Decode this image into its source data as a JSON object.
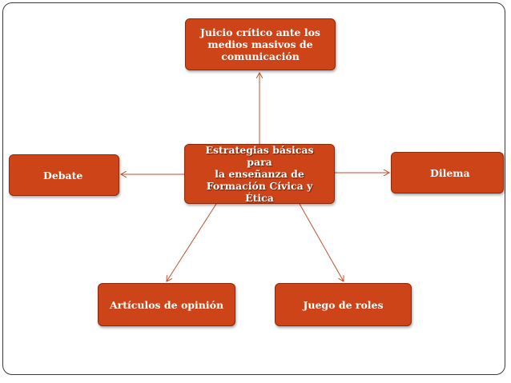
{
  "diagram": {
    "center": {
      "label": "Estrategias básicas para\nla enseñanza de\nFormación Cívica y\nÉtica"
    },
    "nodes": {
      "top": {
        "label": "Juicio crítico ante los\nmedios masivos de\ncomunicación"
      },
      "left": {
        "label": "Debate"
      },
      "right": {
        "label": "Dilema"
      },
      "bottom_left": {
        "label": "Artículos de opinión"
      },
      "bottom_right": {
        "label": "Juego de roles"
      }
    },
    "colors": {
      "node_fill": "#cc4418",
      "connector": "#c0502a",
      "frame": "#3a3a3a"
    }
  }
}
